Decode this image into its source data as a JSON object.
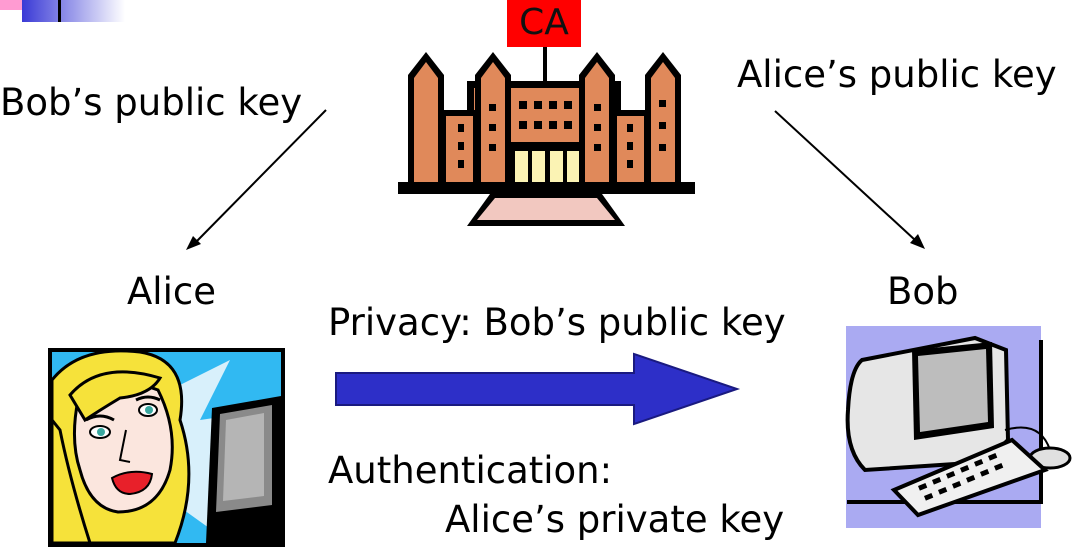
{
  "ca": {
    "label": "CA"
  },
  "arrows": {
    "ca_to_alice": {
      "label": "Bob’s public key"
    },
    "ca_to_bob": {
      "label": "Alice’s public key"
    }
  },
  "parties": {
    "alice": {
      "label": "Alice"
    },
    "bob": {
      "label": "Bob"
    }
  },
  "message": {
    "privacy_label": "Privacy: Bob’s public key",
    "authentication_label": "Authentication:",
    "authentication_key_label": "Alice’s private key"
  },
  "colors": {
    "ca_box": "#ff0000",
    "building": "#e0895a",
    "door": "#fbf3b4",
    "main_arrow": "#2d2fc8",
    "alice_bg": "#31b9f2",
    "alice_hair": "#f6e23a",
    "bob_bg": "#aaaaf2"
  }
}
